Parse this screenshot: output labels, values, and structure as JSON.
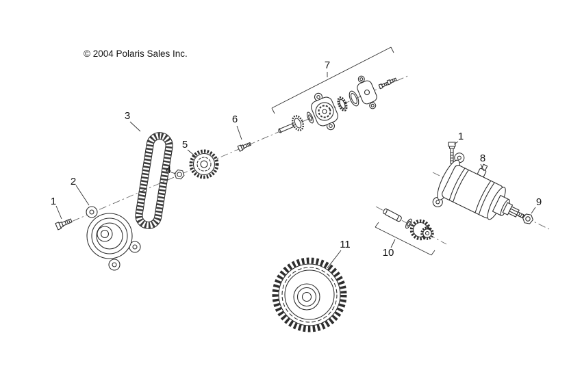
{
  "colors": {
    "line": "#2e2e2e",
    "background": "#ffffff"
  },
  "copyright": "© 2004 Polaris Sales Inc.",
  "callouts": {
    "bolt_left": {
      "label": "1"
    },
    "cover": {
      "label": "2"
    },
    "chain": {
      "label": "3"
    },
    "nut": {
      "label": "4"
    },
    "sprocket": {
      "label": "5"
    },
    "screw": {
      "label": "6"
    },
    "oil_pump": {
      "label": "7"
    },
    "starter": {
      "label": "8"
    },
    "starter_nut": {
      "label": "9"
    },
    "idler": {
      "label": "10"
    },
    "drive_gear": {
      "label": "11"
    },
    "bolt_right": {
      "label": "1"
    }
  }
}
